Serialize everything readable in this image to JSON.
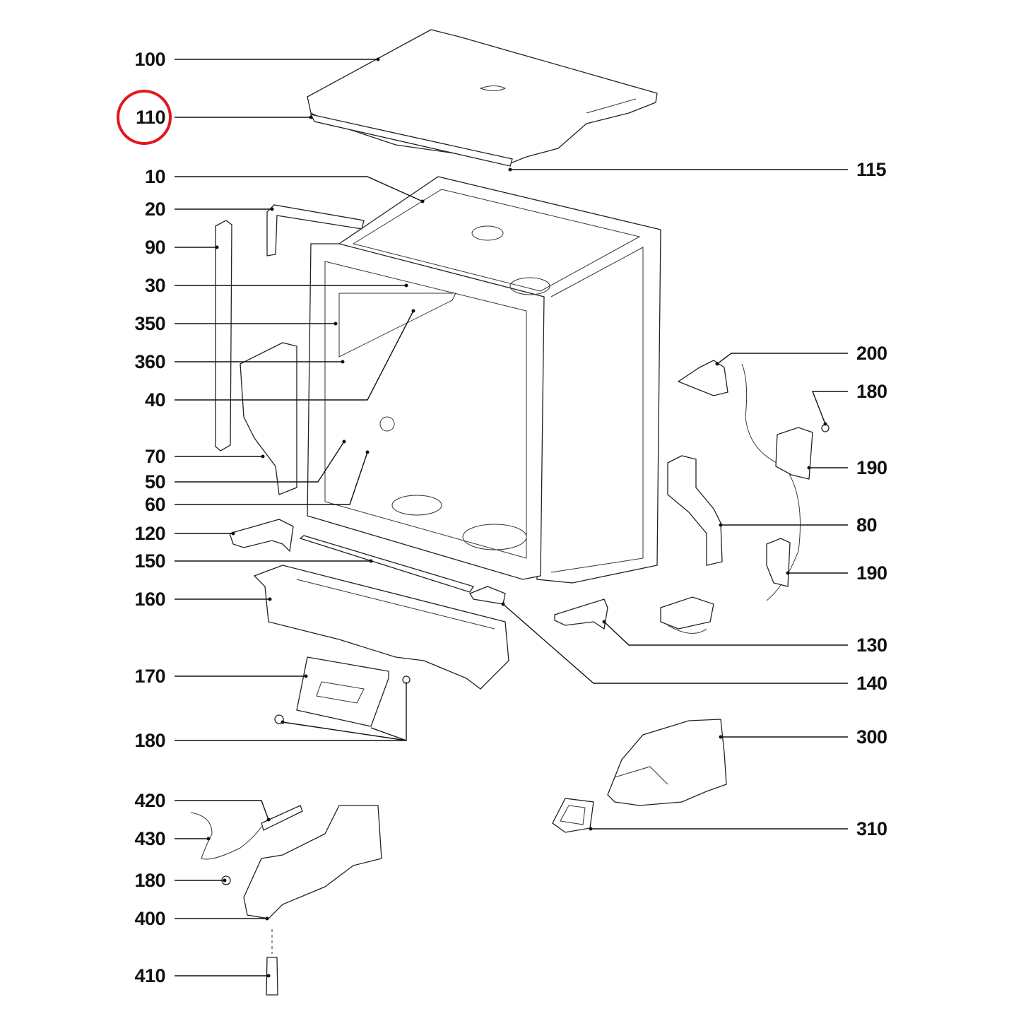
{
  "highlighted_label": "110",
  "left_labels": [
    {
      "id": "l100",
      "text": "100"
    },
    {
      "id": "l110",
      "text": "110"
    },
    {
      "id": "l10",
      "text": "10"
    },
    {
      "id": "l20",
      "text": "20"
    },
    {
      "id": "l90",
      "text": "90"
    },
    {
      "id": "l30",
      "text": "30"
    },
    {
      "id": "l350",
      "text": "350"
    },
    {
      "id": "l360",
      "text": "360"
    },
    {
      "id": "l40",
      "text": "40"
    },
    {
      "id": "l70",
      "text": "70"
    },
    {
      "id": "l50",
      "text": "50"
    },
    {
      "id": "l60",
      "text": "60"
    },
    {
      "id": "l120",
      "text": "120"
    },
    {
      "id": "l150",
      "text": "150"
    },
    {
      "id": "l160",
      "text": "160"
    },
    {
      "id": "l170",
      "text": "170"
    },
    {
      "id": "l180a",
      "text": "180"
    },
    {
      "id": "l420",
      "text": "420"
    },
    {
      "id": "l430",
      "text": "430"
    },
    {
      "id": "l180b",
      "text": "180"
    },
    {
      "id": "l400",
      "text": "400"
    },
    {
      "id": "l410",
      "text": "410"
    }
  ],
  "right_labels": [
    {
      "id": "r115",
      "text": "115"
    },
    {
      "id": "r200",
      "text": "200"
    },
    {
      "id": "r180",
      "text": "180"
    },
    {
      "id": "r190a",
      "text": "190"
    },
    {
      "id": "r80",
      "text": "80"
    },
    {
      "id": "r190b",
      "text": "190"
    },
    {
      "id": "r130",
      "text": "130"
    },
    {
      "id": "r140",
      "text": "140"
    },
    {
      "id": "r300",
      "text": "300"
    },
    {
      "id": "r310",
      "text": "310"
    }
  ],
  "colors": {
    "highlight": "#e3161b",
    "line": "#111111"
  }
}
